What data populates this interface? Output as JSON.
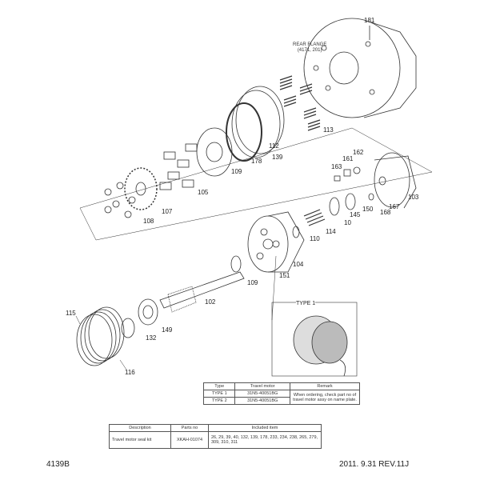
{
  "header_note": {
    "line1": "REAR FLANGE",
    "line2": "(4171, 201)"
  },
  "callouts": [
    "181",
    "113",
    "112",
    "139",
    "178",
    "109",
    "162",
    "161",
    "163",
    "103",
    "105",
    "107",
    "108",
    "167",
    "168",
    "150",
    "145",
    "10",
    "114",
    "110",
    "151",
    "104",
    "109",
    "102",
    "149",
    "132",
    "115",
    "116"
  ],
  "type_label": "TYPE 1",
  "type_table": {
    "headers": [
      "Type",
      "Travel motor",
      "Remark"
    ],
    "rows": [
      [
        "TYPE 1",
        "31N5-40051BG"
      ],
      [
        "TYPE 2",
        "31N5-40051BG"
      ]
    ],
    "remark": "When ordering, check part no of travel motor assy on name plate."
  },
  "kit_table": {
    "headers": [
      "Description",
      "Parts no",
      "Included item"
    ],
    "row": {
      "description": "Travel motor seal kit",
      "parts_no": "XKAH-01074",
      "items": "26, 29, 39, 40, 132, 139, 178, 233, 234, 238, 265, 279, 309, 310, 311"
    }
  },
  "footer": {
    "page_code": "4139B",
    "revision": "2011. 9.31  REV.11J"
  }
}
